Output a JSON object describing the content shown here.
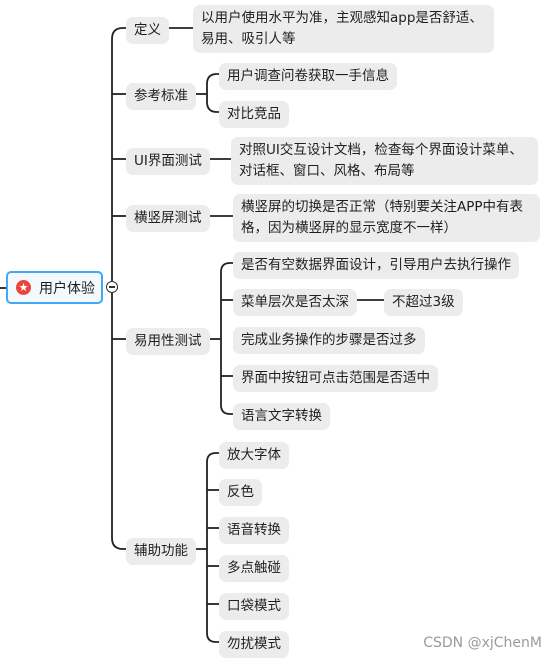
{
  "root": {
    "label": "用户体验",
    "icon": "star-badge-icon"
  },
  "branches": {
    "definition": {
      "label": "定义",
      "detail": "以用户使用水平为准，主观感知app是否舒适、易用、吸引人等"
    },
    "reference": {
      "label": "参考标准",
      "items": [
        "用户调查问卷获取一手信息",
        "对比竞品"
      ]
    },
    "ui_test": {
      "label": "UI界面测试",
      "detail": "对照UI交互设计文档，检查每个界面设计菜单、对话框、窗口、风格、布局等"
    },
    "orientation": {
      "label": "横竖屏测试",
      "detail": "横竖屏的切换是否正常（特别要关注APP中有表格，因为横竖屏的显示宽度不一样）"
    },
    "usability": {
      "label": "易用性测试",
      "items": [
        "是否有空数据界面设计，引导用户去执行操作",
        "菜单层次是否太深",
        "完成业务操作的步骤是否过多",
        "界面中按钮可点击范围是否适中",
        "语言文字转换"
      ],
      "menu_depth_note": "不超过3级"
    },
    "accessibility": {
      "label": "辅助功能",
      "items": [
        "放大字体",
        "反色",
        "语音转换",
        "多点触碰",
        "口袋模式",
        "勿扰模式"
      ]
    }
  },
  "watermark": "CSDN @xjChenM",
  "colors": {
    "node_bg": "#ececec",
    "root_border": "#3fa9f5",
    "icon": "#e8453c",
    "line": "#222222"
  }
}
